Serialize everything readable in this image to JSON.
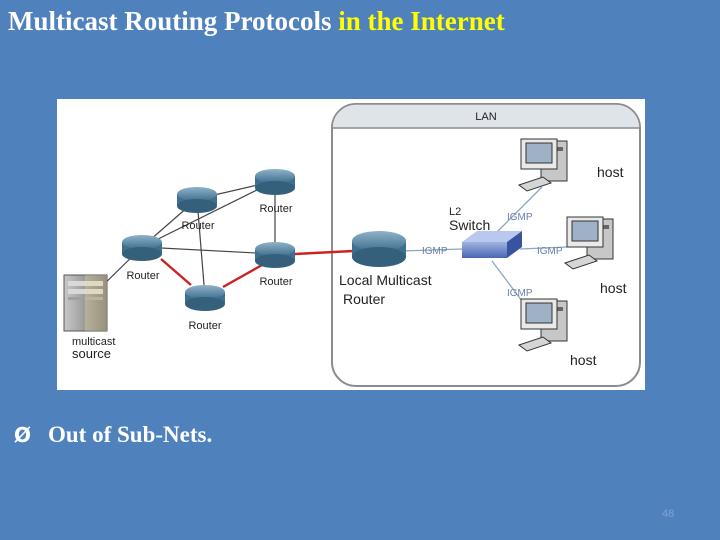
{
  "title": {
    "part1": "Multicast Routing Protocols ",
    "part2": "in the Internet",
    "highlight_color": "#ffff00"
  },
  "diagram": {
    "lan_label": "LAN",
    "routers": [
      "Router",
      "Router",
      "Router",
      "Router",
      "Router"
    ],
    "source": {
      "line1": "multicast",
      "line2": "source"
    },
    "local_router": {
      "line1": "Local Multicast",
      "line2": "Router"
    },
    "switch": {
      "line1": "L2",
      "line2": "Switch"
    },
    "igmp": [
      "IGMP",
      "IGMP",
      "IGMP",
      "IGMP"
    ],
    "hosts": [
      "host",
      "host",
      "host"
    ],
    "path_color": "#cc2222"
  },
  "bullet": {
    "arrow": "Ø",
    "text": "Out of Sub-Nets."
  },
  "page_number": "48"
}
